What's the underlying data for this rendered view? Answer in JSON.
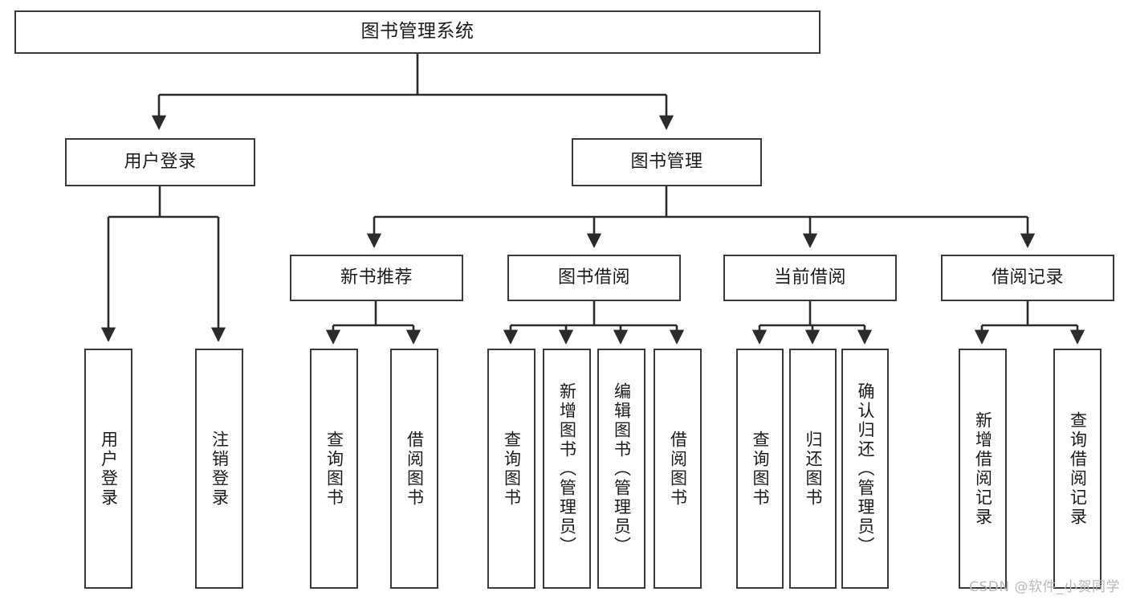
{
  "diagram": {
    "title": "图书管理系统",
    "type": "tree-hierarchy",
    "watermark": "CSDN @软件_小贺同学",
    "colors": {
      "box_border": "#3a3a3a",
      "box_fill": "#ffffff",
      "edge": "#2b2b2b",
      "text": "#1b1b1b",
      "watermark": "#b9b9b9",
      "background": "#ffffff"
    },
    "nodes": {
      "root": {
        "label": "图书管理系统"
      },
      "level2": [
        {
          "id": "user-login",
          "label": "用户登录"
        },
        {
          "id": "book-manage",
          "label": "图书管理"
        }
      ],
      "level3": [
        {
          "id": "new-book-recommend",
          "label": "新书推荐"
        },
        {
          "id": "book-borrow",
          "label": "图书借阅"
        },
        {
          "id": "current-borrow",
          "label": "当前借阅"
        },
        {
          "id": "borrow-record",
          "label": "借阅记录"
        }
      ],
      "leaves": {
        "user-login": [
          {
            "id": "leaf-user-login",
            "label": "用户登录"
          },
          {
            "id": "leaf-logout-login",
            "label": "注销登录"
          }
        ],
        "new-book-recommend": [
          {
            "id": "leaf-query-book-1",
            "label": "查询图书"
          },
          {
            "id": "leaf-borrow-book-1",
            "label": "借阅图书"
          }
        ],
        "book-borrow": [
          {
            "id": "leaf-query-book-2",
            "label": "查询图书"
          },
          {
            "id": "leaf-add-book-admin",
            "label": "新增图书（管理员）"
          },
          {
            "id": "leaf-edit-book-admin",
            "label": "编辑图书（管理员）"
          },
          {
            "id": "leaf-borrow-book-2",
            "label": "借阅图书"
          }
        ],
        "current-borrow": [
          {
            "id": "leaf-query-book-3",
            "label": "查询图书"
          },
          {
            "id": "leaf-return-book",
            "label": "归还图书"
          },
          {
            "id": "leaf-confirm-return-admin",
            "label": "确认归还（管理员）"
          }
        ],
        "borrow-record": [
          {
            "id": "leaf-add-borrow-record",
            "label": "新增借阅记录"
          },
          {
            "id": "leaf-query-borrow-record",
            "label": "查询借阅记录"
          }
        ]
      }
    }
  }
}
